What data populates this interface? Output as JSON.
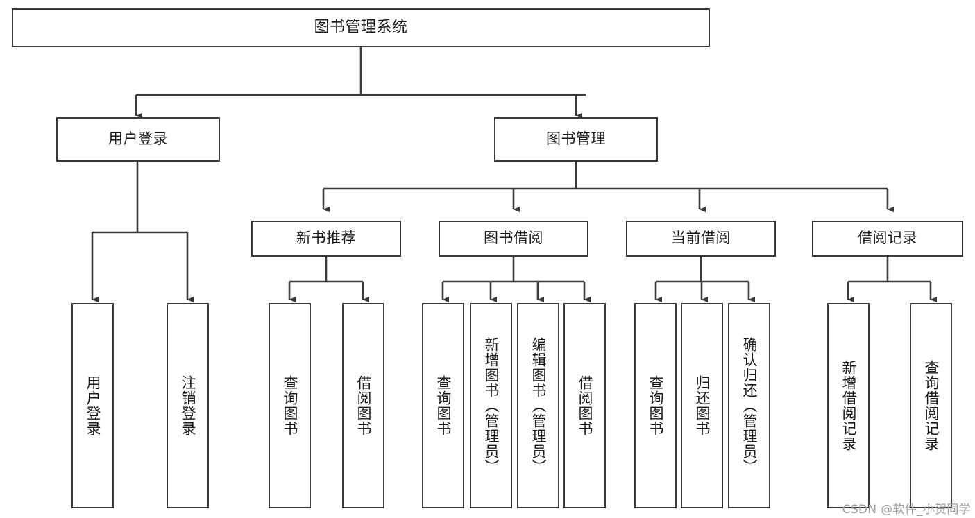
{
  "diagram": {
    "type": "tree",
    "title": "图书管理系统",
    "watermark": "CSDN @软件_小贺同学",
    "colors": {
      "stroke": "#3a3a3a",
      "fill": "#ffffff",
      "text": "#1a1a1a",
      "watermark": "#9a9a9a"
    },
    "nodes": {
      "root": {
        "label": "图书管理系统",
        "orientation": "horizontal"
      },
      "level2": [
        {
          "id": "user-login",
          "label": "用户登录",
          "orientation": "horizontal"
        },
        {
          "id": "book-manage",
          "label": "图书管理",
          "orientation": "horizontal"
        }
      ],
      "level3": [
        {
          "id": "new-book-recommend",
          "label": "新书推荐",
          "orientation": "horizontal"
        },
        {
          "id": "book-borrow",
          "label": "图书借阅",
          "orientation": "horizontal"
        },
        {
          "id": "current-borrow",
          "label": "当前借阅",
          "orientation": "horizontal"
        },
        {
          "id": "borrow-record",
          "label": "借阅记录",
          "orientation": "horizontal"
        }
      ],
      "leaves": [
        {
          "id": "leaf-user-login",
          "label": "用户登录",
          "parent": "user-login",
          "orientation": "vertical"
        },
        {
          "id": "leaf-user-logout",
          "label": "注销登录",
          "parent": "user-login",
          "orientation": "vertical"
        },
        {
          "id": "leaf-query-book-1",
          "label": "查询图书",
          "parent": "new-book-recommend",
          "orientation": "vertical"
        },
        {
          "id": "leaf-borrow-book-1",
          "label": "借阅图书",
          "parent": "new-book-recommend",
          "orientation": "vertical"
        },
        {
          "id": "leaf-query-book-2",
          "label": "查询图书",
          "parent": "book-borrow",
          "orientation": "vertical"
        },
        {
          "id": "leaf-add-book",
          "label": "新增图书（管理员）",
          "parent": "book-borrow",
          "orientation": "vertical"
        },
        {
          "id": "leaf-edit-book",
          "label": "编辑图书（管理员）",
          "parent": "book-borrow",
          "orientation": "vertical"
        },
        {
          "id": "leaf-borrow-book-2",
          "label": "借阅图书",
          "parent": "book-borrow",
          "orientation": "vertical"
        },
        {
          "id": "leaf-query-book-3",
          "label": "查询图书",
          "parent": "current-borrow",
          "orientation": "vertical"
        },
        {
          "id": "leaf-return-book",
          "label": "归还图书",
          "parent": "current-borrow",
          "orientation": "vertical"
        },
        {
          "id": "leaf-confirm-return",
          "label": "确认归还（管理员）",
          "parent": "current-borrow",
          "orientation": "vertical"
        },
        {
          "id": "leaf-add-record",
          "label": "新增借阅记录",
          "parent": "borrow-record",
          "orientation": "vertical"
        },
        {
          "id": "leaf-query-record",
          "label": "查询借阅记录",
          "parent": "borrow-record",
          "orientation": "vertical"
        }
      ]
    },
    "edges": [
      {
        "from": "root",
        "to": "user-login"
      },
      {
        "from": "root",
        "to": "book-manage"
      },
      {
        "from": "book-manage",
        "to": "new-book-recommend"
      },
      {
        "from": "book-manage",
        "to": "book-borrow"
      },
      {
        "from": "book-manage",
        "to": "current-borrow"
      },
      {
        "from": "book-manage",
        "to": "borrow-record"
      },
      {
        "from": "user-login",
        "to": "leaf-user-login"
      },
      {
        "from": "user-login",
        "to": "leaf-user-logout"
      },
      {
        "from": "new-book-recommend",
        "to": "leaf-query-book-1"
      },
      {
        "from": "new-book-recommend",
        "to": "leaf-borrow-book-1"
      },
      {
        "from": "book-borrow",
        "to": "leaf-query-book-2"
      },
      {
        "from": "book-borrow",
        "to": "leaf-add-book"
      },
      {
        "from": "book-borrow",
        "to": "leaf-edit-book"
      },
      {
        "from": "book-borrow",
        "to": "leaf-borrow-book-2"
      },
      {
        "from": "current-borrow",
        "to": "leaf-query-book-3"
      },
      {
        "from": "current-borrow",
        "to": "leaf-return-book"
      },
      {
        "from": "current-borrow",
        "to": "leaf-confirm-return"
      },
      {
        "from": "borrow-record",
        "to": "leaf-add-record"
      },
      {
        "from": "borrow-record",
        "to": "leaf-query-record"
      }
    ]
  }
}
